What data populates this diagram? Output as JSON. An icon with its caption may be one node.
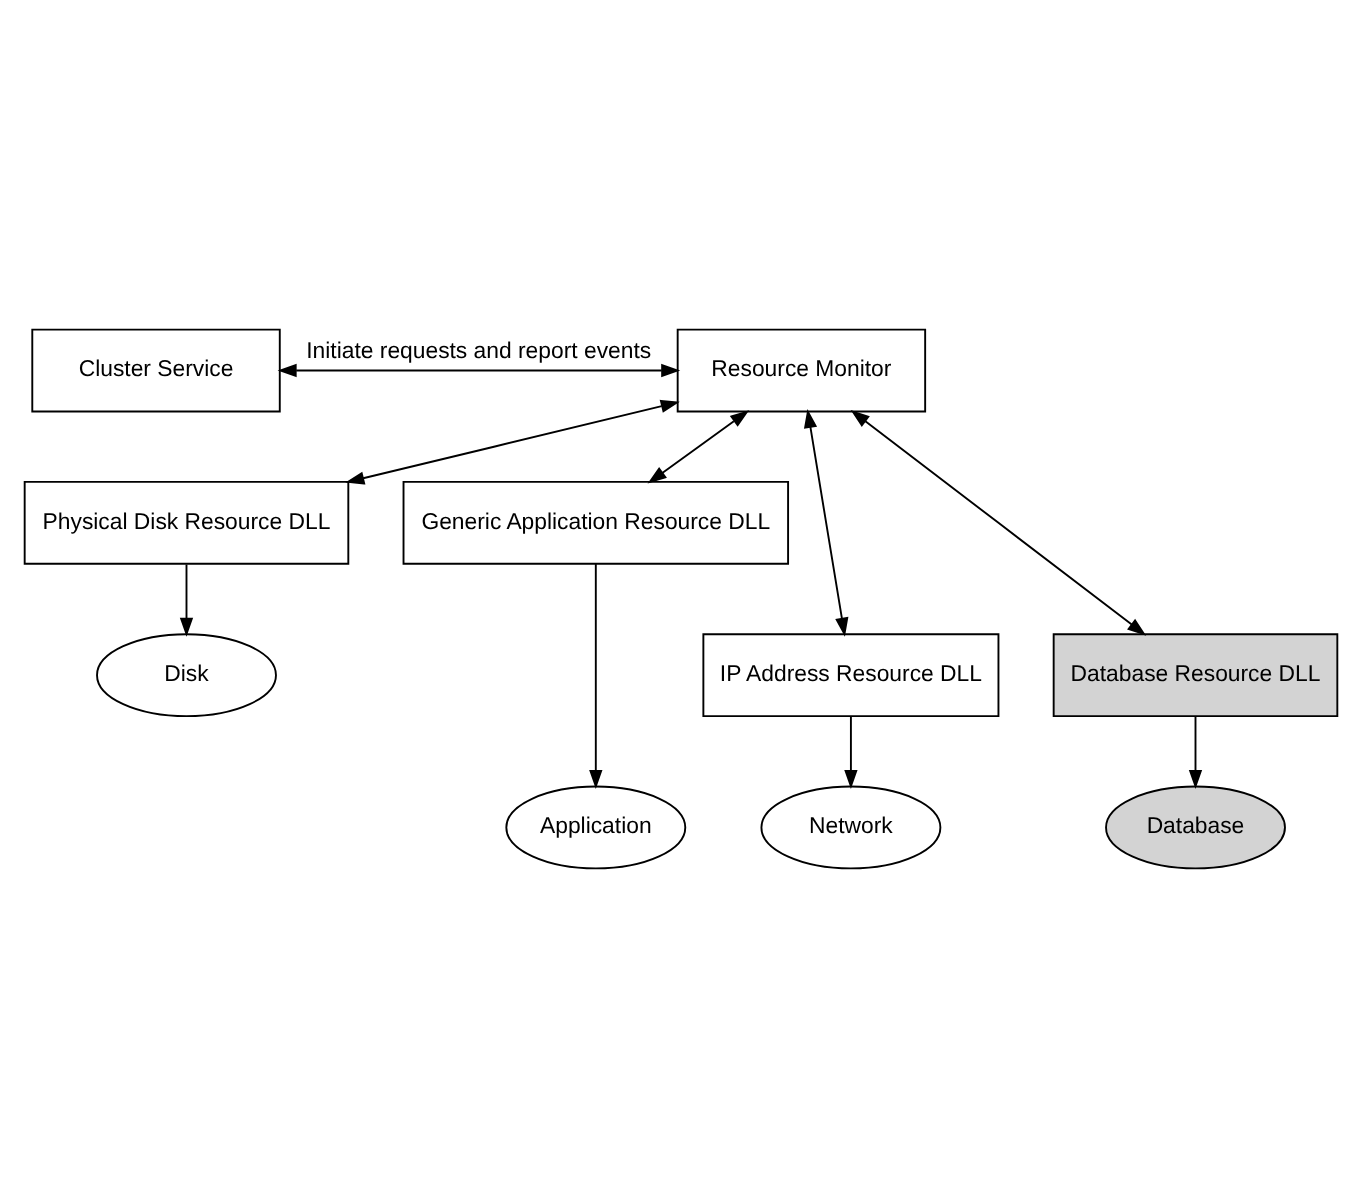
{
  "diagram": {
    "nodes": [
      {
        "text": [
          "Cluster Service"
        ]
      },
      {
        "text": [
          "Resource Monitor"
        ]
      },
      {
        "text": [
          "Physical Disk Resource DLL"
        ]
      },
      {
        "text": [
          "Generic Application Resource DLL"
        ]
      },
      {
        "text": [
          "IP Address Resource DLL"
        ]
      },
      {
        "text": [
          "Database Resource DLL"
        ]
      },
      {
        "text": [
          "Disk"
        ]
      },
      {
        "text": [
          "Application"
        ]
      },
      {
        "text": [
          "Network"
        ]
      },
      {
        "text": [
          "Database"
        ]
      }
    ],
    "edges": [
      {
        "from": 0,
        "to": 1,
        "arrow": "both",
        "label": "Initiate requests and report events"
      },
      {
        "from": 1,
        "to": 2,
        "arrow": "both"
      },
      {
        "from": 1,
        "to": 4,
        "arrow": "both"
      },
      {
        "from": 1,
        "to": 3,
        "arrow": "both"
      },
      {
        "from": 1,
        "to": 5,
        "arrow": "both"
      },
      {
        "from": 2,
        "to": 6,
        "arrow": "to"
      },
      {
        "from": 4,
        "to": 8,
        "arrow": "to"
      },
      {
        "from": 3,
        "to": 7,
        "arrow": "to"
      },
      {
        "from": 5,
        "to": 9,
        "arrow": "to"
      }
    ]
  }
}
